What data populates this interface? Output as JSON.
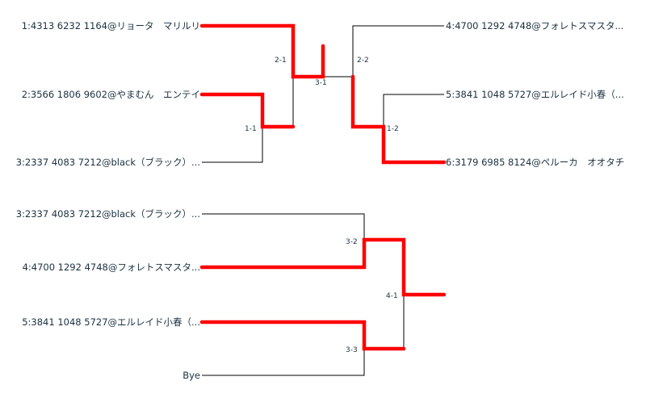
{
  "bracket_top": {
    "left_entries": [
      "1:4313 6232 1164@リョータ　マリルリ",
      "2:3566 1806 9602@やまむん　エンテイ",
      "3:2337 4083 7212@black（ブラック）..."
    ],
    "right_entries": [
      "4:4700 1292 4748@フォレトスマスタ...",
      "5:3841 1048 5727@エルレイド小春（...",
      "6:3179 6985 8124@ペルーカ　オオタチ"
    ],
    "match_labels": {
      "m11": "1-1",
      "m21": "2-1",
      "m31": "3-1",
      "m22": "2-2",
      "m12": "1-2"
    }
  },
  "bracket_bottom": {
    "entries": [
      "3:2337 4083 7212@black（ブラック）...",
      "4:4700 1292 4748@フォレトスマスタ...",
      "5:3841 1048 5727@エルレイド小春（...",
      "Bye"
    ],
    "match_labels": {
      "m32": "3-2",
      "m33": "3-3",
      "m41": "4-1"
    }
  },
  "colors": {
    "winner_line": "#ff0000",
    "line": "#000000",
    "text": "#1a3140"
  }
}
